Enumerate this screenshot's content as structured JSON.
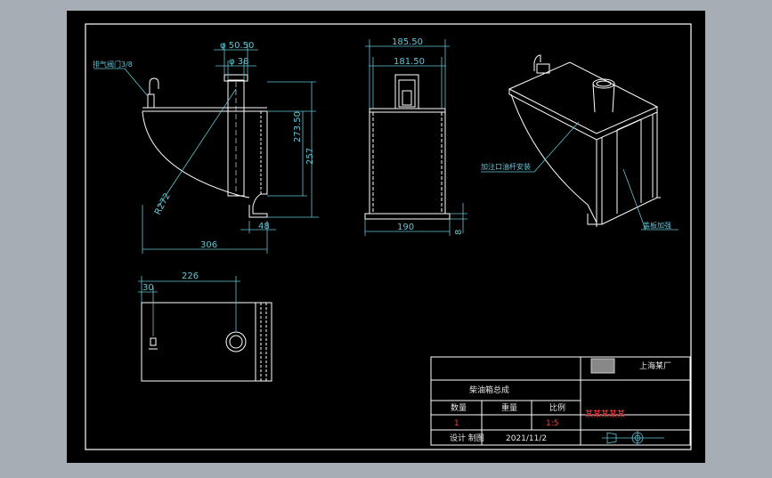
{
  "colors": {
    "bezel": "#a6adb5",
    "paper": "#000000",
    "line": "#ffffff",
    "dim": "#62c5d6",
    "highlight": "#ff4040",
    "label": "#e8e8e8"
  },
  "front_view": {
    "dim_outer_pipe": "φ 50.50",
    "dim_inner_pipe": "φ 38",
    "valve_label": "排气阀门3/8",
    "dim_total_height": "273.50",
    "dim_body_height": "257",
    "dim_radius": "R272",
    "dim_width": "306",
    "dim_flange": "48"
  },
  "side_view": {
    "dim_top_outer": "185.50",
    "dim_top_inner": "181.50",
    "dim_base_width": "190",
    "dim_base_height": "8"
  },
  "iso_view": {
    "label_fill_pipe": "加注口油杆安装",
    "label_side": "盖板加强"
  },
  "top_view": {
    "dim_center": "226",
    "dim_offset": "30"
  },
  "title_block": {
    "company": "上海某厂",
    "drawing_name": "柴油箱总成",
    "col_qty": "数量",
    "col_weight": "重量",
    "col_scale": "比例",
    "val_qty": "1",
    "val_scale": "1:5",
    "material_note": "某某某某某",
    "row_design": "设计  制图",
    "date": "2021/11/2"
  }
}
